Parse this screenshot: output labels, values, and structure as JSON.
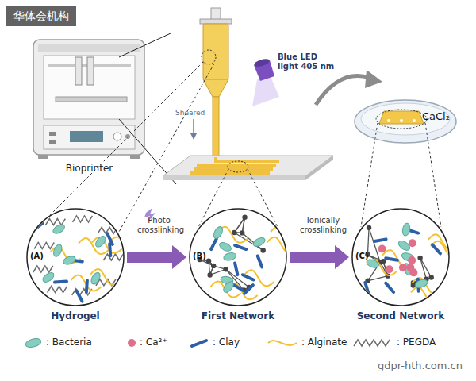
{
  "diagram": {
    "nodes": [
      {
        "text": [
          "Bioprinter"
        ]
      },
      {
        "text": [
          "(A)",
          "Hydrogel"
        ]
      },
      {
        "text": [
          "(B)",
          "First Network"
        ]
      },
      {
        "text": [
          "(C)",
          "Second Network"
        ]
      },
      {
        "text": [
          "CaCl₂"
        ]
      }
    ],
    "edges": [
      {
        "from": 1,
        "to": 2,
        "label": "Photo-crosslinking",
        "arrow": "to"
      },
      {
        "from": 2,
        "to": 3,
        "label": "Ionically crosslinking",
        "arrow": "to"
      }
    ],
    "labels": [
      "华体会机构",
      "Sheared",
      "Blue LED light 405 nm",
      "gdpr-hth.com.cn"
    ],
    "legend": [
      {
        "text": ": Bacteria"
      },
      {
        "text": ": Ca²⁺"
      },
      {
        "text": ": Clay"
      },
      {
        "text": ": Alginate"
      },
      {
        "text": ": PEGDA"
      }
    ]
  }
}
